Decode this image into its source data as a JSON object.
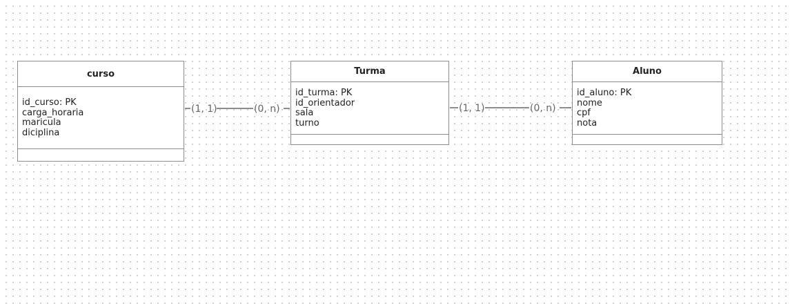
{
  "entities": [
    {
      "title": "curso",
      "attributes": [
        "id_curso: PK",
        "carga_horaria",
        "maricula",
        "diciplina"
      ]
    },
    {
      "title": "Turma",
      "attributes": [
        "id_turma: PK",
        "id_orientador",
        "sala",
        "turno"
      ]
    },
    {
      "title": "Aluno",
      "attributes": [
        "id_aluno: PK",
        "nome",
        "cpf",
        "nota"
      ]
    }
  ],
  "relationships": [
    {
      "from": "curso",
      "to": "Turma",
      "from_cardinality": "(1, 1)",
      "to_cardinality": "(0, n)"
    },
    {
      "from": "Turma",
      "to": "Aluno",
      "from_cardinality": "(1, 1)",
      "to_cardinality": "(0, n)"
    }
  ],
  "colors": {
    "border": "#8c8c8c",
    "connector": "#666666",
    "grid_dot": "#c4c4c4"
  }
}
